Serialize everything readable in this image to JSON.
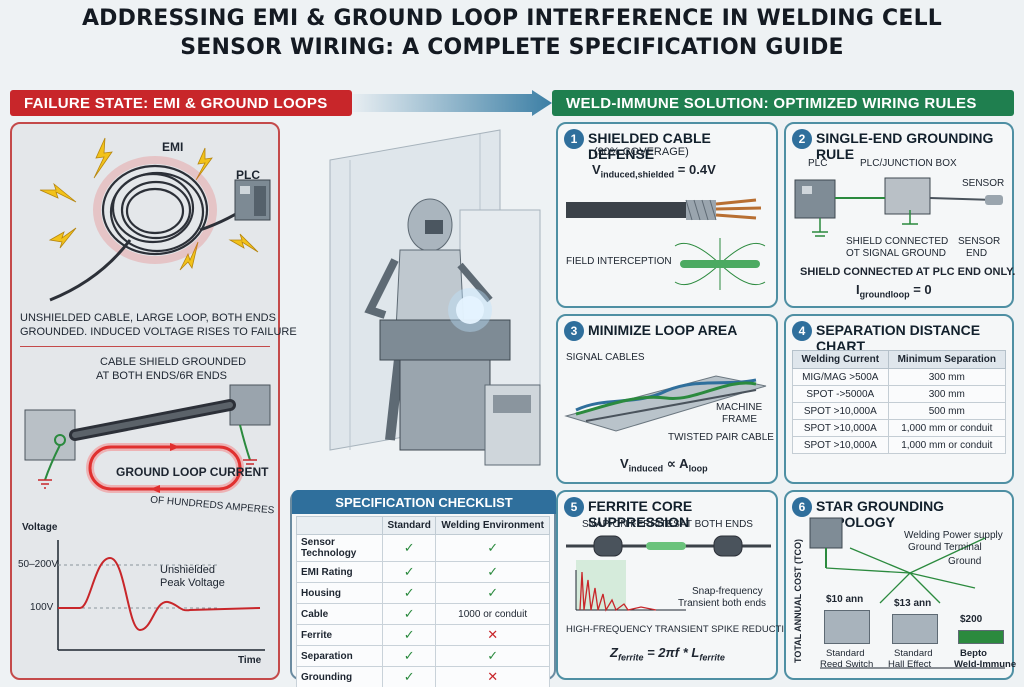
{
  "title": {
    "line1": "ADDRESSING EMI & GROUND LOOP INTERFERENCE IN WELDING CELL",
    "line2": "SENSOR WIRING: A COMPLETE SPECIFICATION GUIDE"
  },
  "failure": {
    "banner": "FAILURE STATE: EMI & GROUND LOOPS",
    "emi_label": "EMI",
    "plc_label": "PLC",
    "coil_caption_1": "UNSHIELDED CABLE, LARGE LOOP, BOTH ENDS",
    "coil_caption_2": "GROUNDED. INDUCED VOLTAGE RISES TO FAILURE",
    "shield_caption_1": "CABLE SHIELD GROUNDED",
    "shield_caption_2": "AT BOTH ENDS/6R ENDS",
    "loop_current": "GROUND LOOP CURRENT",
    "hundreds": "OF HUNDREDS AMPERES",
    "graph": {
      "y_label": "Voltage",
      "x_label": "Time",
      "tick_high": "50–200V",
      "tick_low": "100V",
      "annotation_1": "Unshielded",
      "annotation_2": "Peak Voltage"
    }
  },
  "solution": {
    "banner": "WELD-IMMUNE SOLUTION: OPTIMIZED WIRING RULES"
  },
  "panel1": {
    "num": "1",
    "title": "SHIELDED CABLE DEFENSE",
    "subtitle": "(90% COVERAGE)",
    "formula_v": "V",
    "formula_sub": "induced,shielded",
    "formula_rest": " = 0.4V",
    "field": "FIELD INTERCEPTION"
  },
  "panel2": {
    "num": "2",
    "title": "SINGLE-END GROUNDING RULE",
    "plc": "PLC",
    "junction": "PLC/JUNCTION BOX",
    "sensor": "SENSOR",
    "shield_conn_1": "SHIELD CONNECTED",
    "shield_conn_2": "OT SIGNAL GROUND",
    "sensor_end_1": "SENSOR",
    "sensor_end_2": "END",
    "rule": "SHIELD CONNECTED AT PLC END ONLY.",
    "formula_i": "I",
    "formula_sub": "groundloop",
    "formula_rest": " = 0"
  },
  "panel3": {
    "num": "3",
    "title": "MINIMIZE LOOP AREA",
    "signal": "SIGNAL CABLES",
    "frame_1": "MACHINE",
    "frame_2": "FRAME",
    "twisted": "TWISTED PAIR CABLE",
    "formula_v": "V",
    "formula_sub": "induced",
    "formula_mid": " ∝ A",
    "formula_sub2": "loop"
  },
  "panel4": {
    "num": "4",
    "title": "SEPARATION DISTANCE CHART",
    "headers": [
      "Welding Current",
      "Minimum Separation"
    ],
    "rows": [
      [
        "MIG/MAG >500A",
        "300 mm"
      ],
      [
        "SPOT ->5000A",
        "300 mm"
      ],
      [
        "SPOT >10,000A",
        "500 mm"
      ],
      [
        "SPOT >10,000A",
        "1,000 mm or conduit"
      ],
      [
        "SPOT >10,000A",
        "1,000 mm or conduit"
      ]
    ]
  },
  "checklist": {
    "title": "SPECIFICATION CHECKLIST",
    "headers": [
      "",
      "Standard",
      "Welding Environment"
    ],
    "rows": [
      {
        "name": "Sensor Technology",
        "std": "ok",
        "weld": "ok"
      },
      {
        "name": "EMI Rating",
        "std": "ok",
        "weld": "ok"
      },
      {
        "name": "Housing",
        "std": "ok",
        "weld": "ok"
      },
      {
        "name": "Cable",
        "std": "ok",
        "weld_text": "1000 or conduit"
      },
      {
        "name": "Ferrite",
        "std": "ok",
        "weld": "no"
      },
      {
        "name": "Separation",
        "std": "ok",
        "weld": "ok"
      },
      {
        "name": "Grounding",
        "std": "ok",
        "weld": "no"
      }
    ]
  },
  "panel5": {
    "num": "5",
    "title": "FERRITE CORE SUPPRESSION",
    "snap": "SNAP-ON FERRITES",
    "both": "AT BOTH ENDS",
    "note_1": "Snap-frequency",
    "note_2": "Transient both ends",
    "reduction": "HIGH-FREQUENCY TRANSIENT SPIKE REDUCTION",
    "formula": "Z",
    "formula_sub": "ferrite",
    "formula_mid": " = 2πf * L",
    "formula_sub2": "ferrite"
  },
  "panel6": {
    "num": "6",
    "title": "STAR GROUNDING TOPOLOGY",
    "note_1": "Welding Power supply",
    "note_2": "Ground Terminal",
    "note_3": "Ground",
    "y_axis": "TOTAL ANNUAL COST (TCO)",
    "bars": [
      {
        "label": "$10 ann",
        "name_1": "Standard",
        "name_2": "Reed Switch"
      },
      {
        "label": "$13 ann",
        "name_1": "Standard",
        "name_2": "Hall Effect"
      },
      {
        "label": "$200",
        "name_1": "Bepto",
        "name_2": "Weld-Immune"
      }
    ]
  },
  "colors": {
    "failure_red": "#c8262a",
    "solution_green": "#1f7f4f",
    "panel_blue": "#2f6f9c",
    "ok_green": "#2b8a3e"
  }
}
